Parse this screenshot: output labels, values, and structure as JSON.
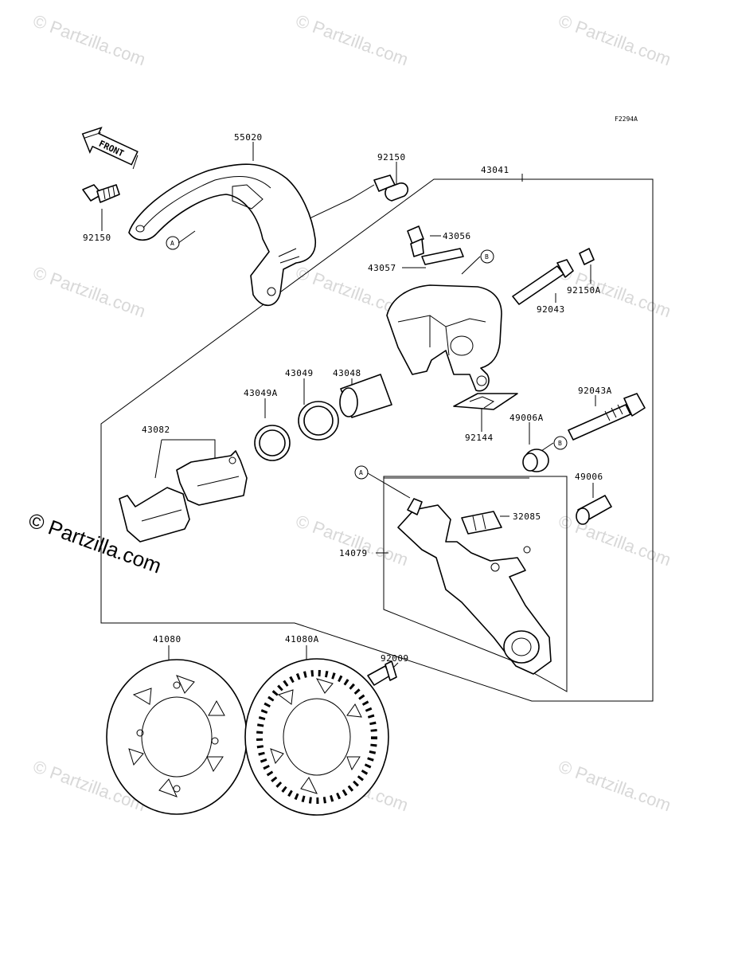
{
  "diagram": {
    "code": "F2294A",
    "front_label": "FRONT",
    "watermark": "© Partzilla.com",
    "main_watermark": "© Partzilla.com",
    "callouts": {
      "a": "A",
      "b": "B"
    },
    "parts": {
      "p55020": "55020",
      "p92150_top": "92150",
      "p92150_left": "92150",
      "p43041": "43041",
      "p43056": "43056",
      "p43057": "43057",
      "p92043": "92043",
      "p92150A": "92150A",
      "p43048": "43048",
      "p43049": "43049",
      "p43049A": "43049A",
      "p43082": "43082",
      "p92144": "92144",
      "p92043A": "92043A",
      "p49006A": "49006A",
      "p49006": "49006",
      "p32085": "32085",
      "p14079": "14079",
      "p41080": "41080",
      "p41080A": "41080A",
      "p92009": "92009"
    }
  }
}
